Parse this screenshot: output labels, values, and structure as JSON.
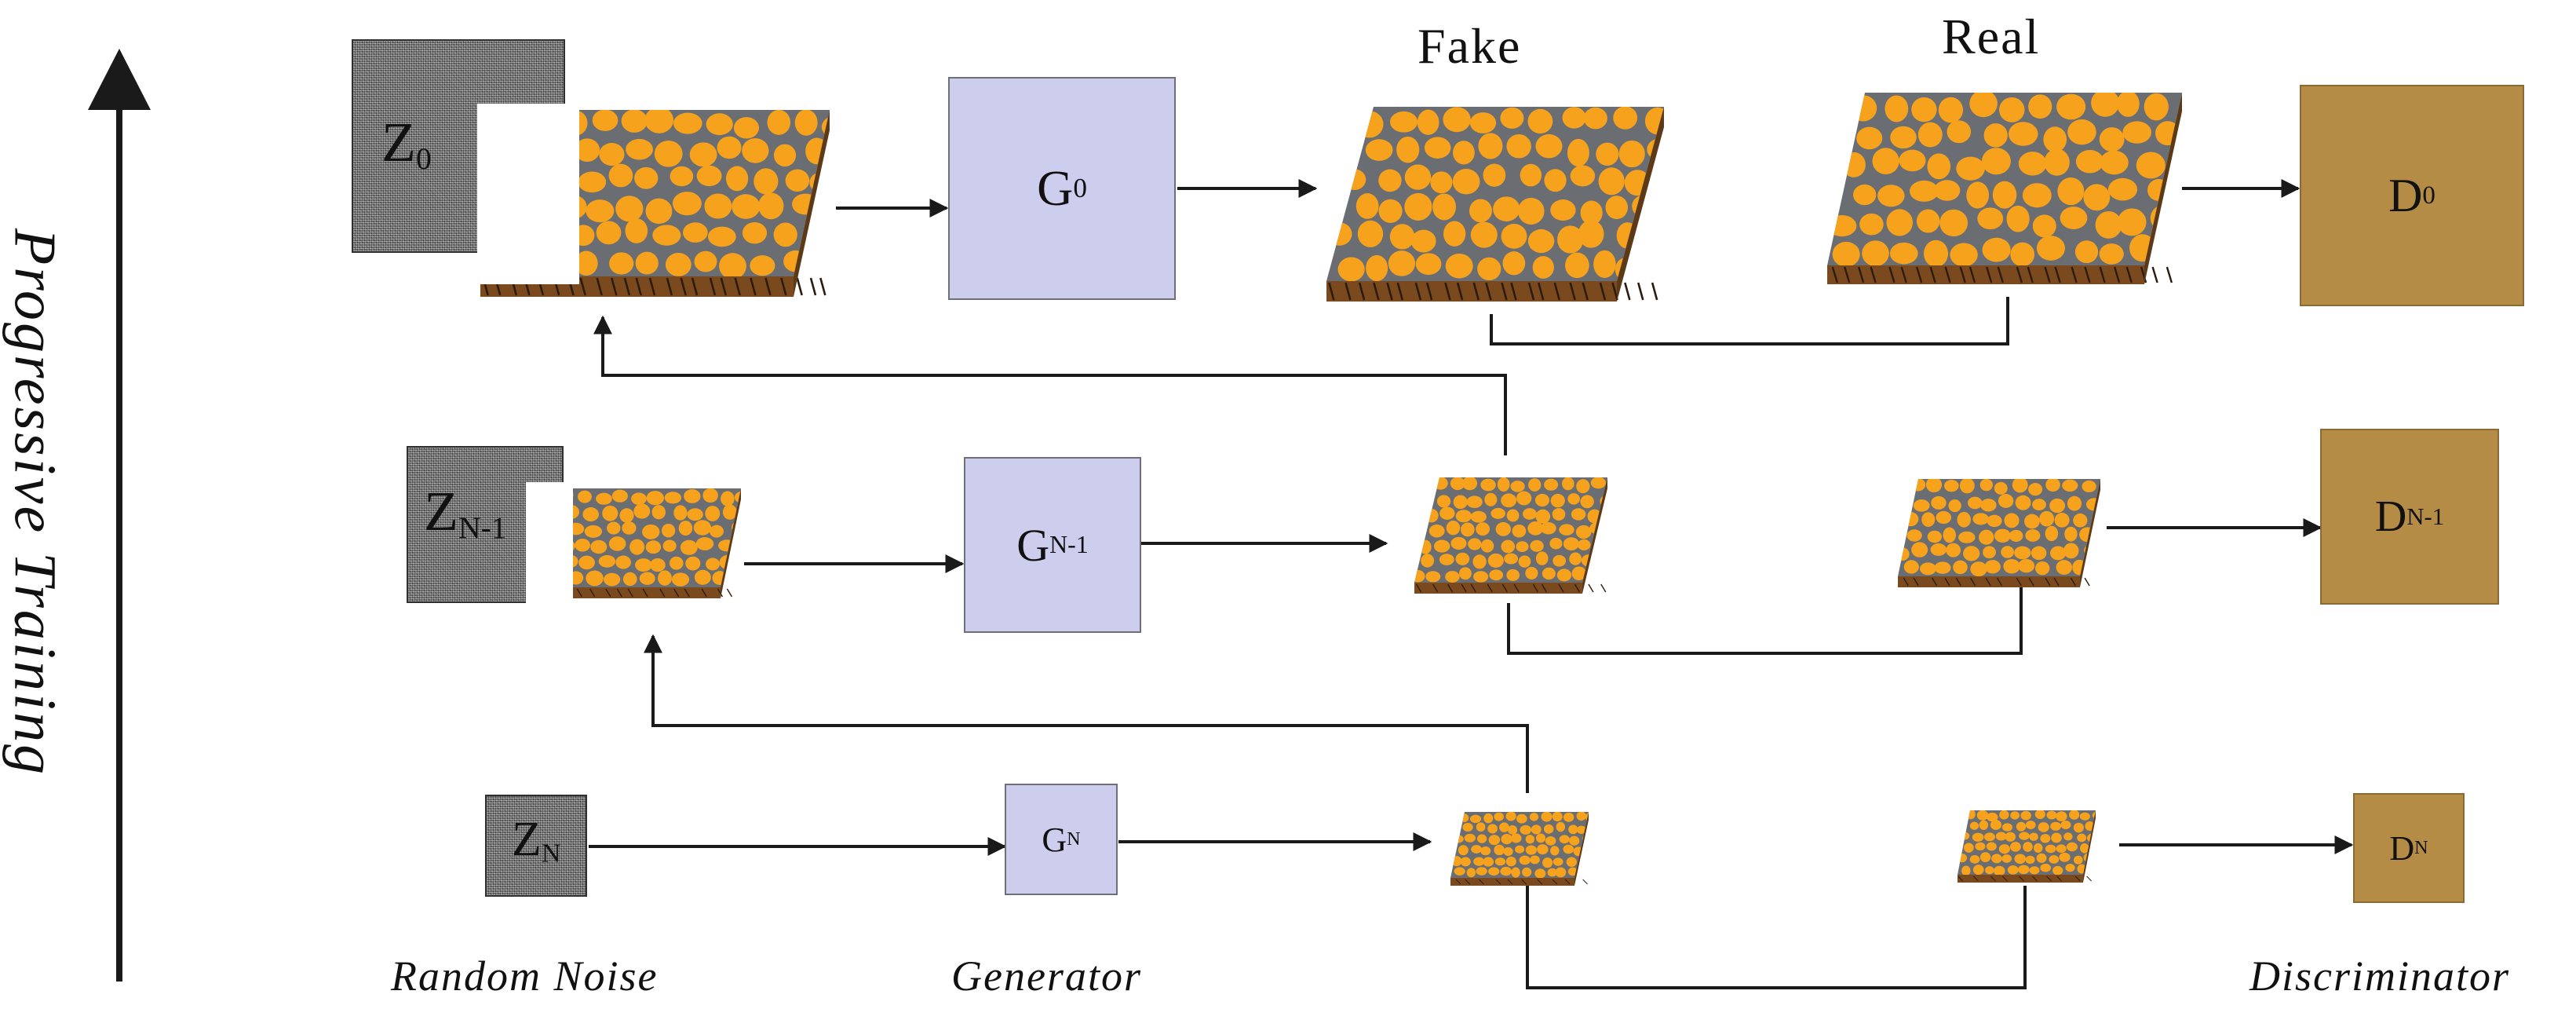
{
  "headers": {
    "fake": "Fake",
    "real": "Real"
  },
  "axis": {
    "title": "Progressive Training"
  },
  "footer": {
    "noise": "Random Noise",
    "generator": "Generator",
    "discriminator": "Discriminator"
  },
  "scales": [
    {
      "z": "Z",
      "z_sub": "0",
      "g": "G",
      "g_sub": "0",
      "d": "D",
      "d_sub": "0"
    },
    {
      "z": "Z",
      "z_sub": "N-1",
      "g": "G",
      "g_sub": "N-1",
      "d": "D",
      "d_sub": "N-1"
    },
    {
      "z": "Z",
      "z_sub": "N",
      "g": "G",
      "g_sub": "N",
      "d": "D",
      "d_sub": "N"
    }
  ],
  "colors": {
    "grain": "#f7a21c",
    "matrix": "#6a6e73",
    "generator": "#cdcdee",
    "discriminator": "#b58c46",
    "line": "#1a1a1a"
  }
}
